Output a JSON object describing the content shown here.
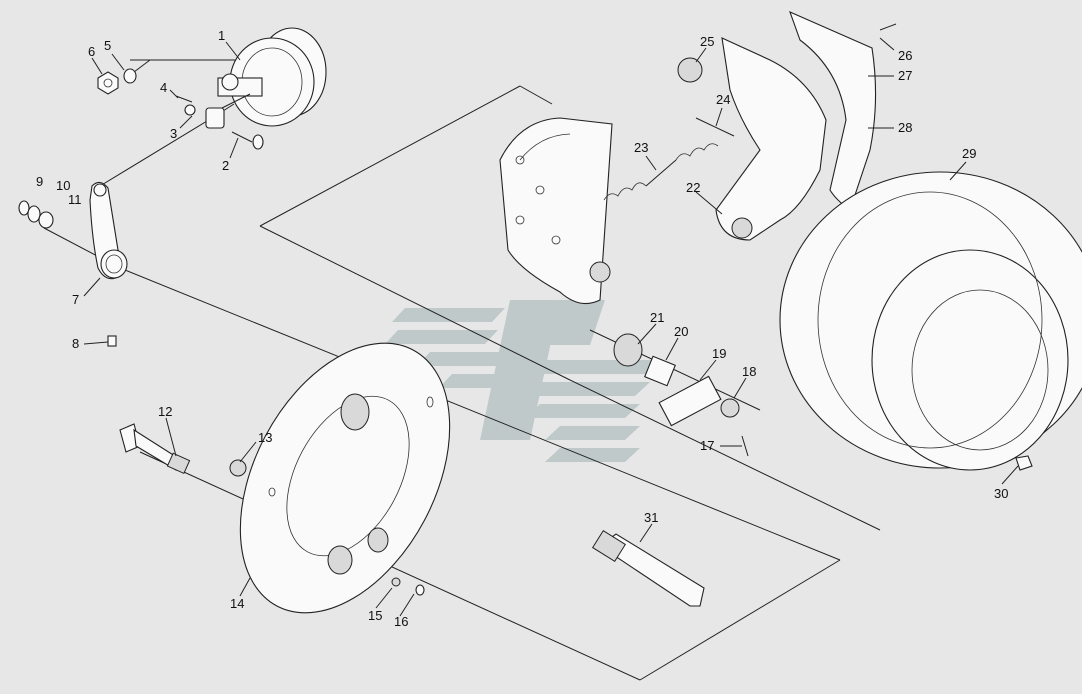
{
  "diagram": {
    "callouts": [
      {
        "id": "1",
        "label": "1"
      },
      {
        "id": "2",
        "label": "2"
      },
      {
        "id": "3",
        "label": "3"
      },
      {
        "id": "4",
        "label": "4"
      },
      {
        "id": "5",
        "label": "5"
      },
      {
        "id": "6",
        "label": "6"
      },
      {
        "id": "7",
        "label": "7"
      },
      {
        "id": "8",
        "label": "8"
      },
      {
        "id": "9",
        "label": "9"
      },
      {
        "id": "10",
        "label": "10"
      },
      {
        "id": "11",
        "label": "11"
      },
      {
        "id": "12",
        "label": "12"
      },
      {
        "id": "13",
        "label": "13"
      },
      {
        "id": "14",
        "label": "14"
      },
      {
        "id": "15",
        "label": "15"
      },
      {
        "id": "16",
        "label": "16"
      },
      {
        "id": "17",
        "label": "17"
      },
      {
        "id": "18",
        "label": "18"
      },
      {
        "id": "19",
        "label": "19"
      },
      {
        "id": "20",
        "label": "20"
      },
      {
        "id": "21",
        "label": "21"
      },
      {
        "id": "22",
        "label": "22"
      },
      {
        "id": "23",
        "label": "23"
      },
      {
        "id": "24",
        "label": "24"
      },
      {
        "id": "25",
        "label": "25"
      },
      {
        "id": "26",
        "label": "26"
      },
      {
        "id": "27",
        "label": "27"
      },
      {
        "id": "28",
        "label": "28"
      },
      {
        "id": "29",
        "label": "29"
      },
      {
        "id": "30",
        "label": "30"
      },
      {
        "id": "31",
        "label": "31"
      }
    ],
    "colors": {
      "background": "#e7e7e7",
      "line": "#222222",
      "watermark": "#b9c4c4"
    }
  }
}
